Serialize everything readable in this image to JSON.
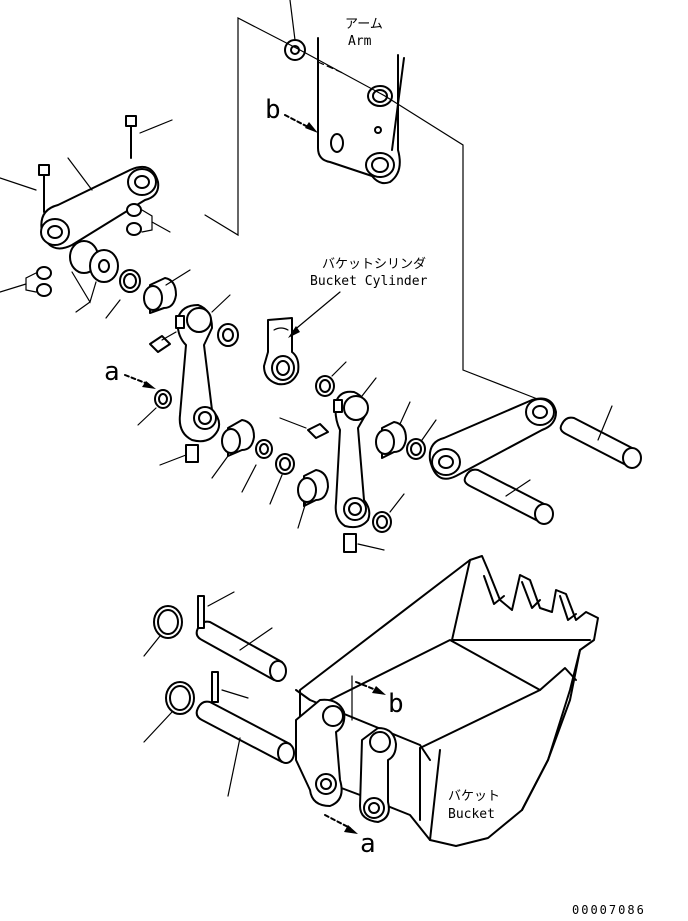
{
  "labels": {
    "arm_jp": "アーム",
    "arm_en": "Arm",
    "cylinder_jp": "バケットシリンダ",
    "cylinder_en": "Bucket Cylinder",
    "bucket_jp": "バケット",
    "bucket_en": "Bucket",
    "ref_a": "a",
    "ref_b": "b"
  },
  "figure_number": "00007086"
}
